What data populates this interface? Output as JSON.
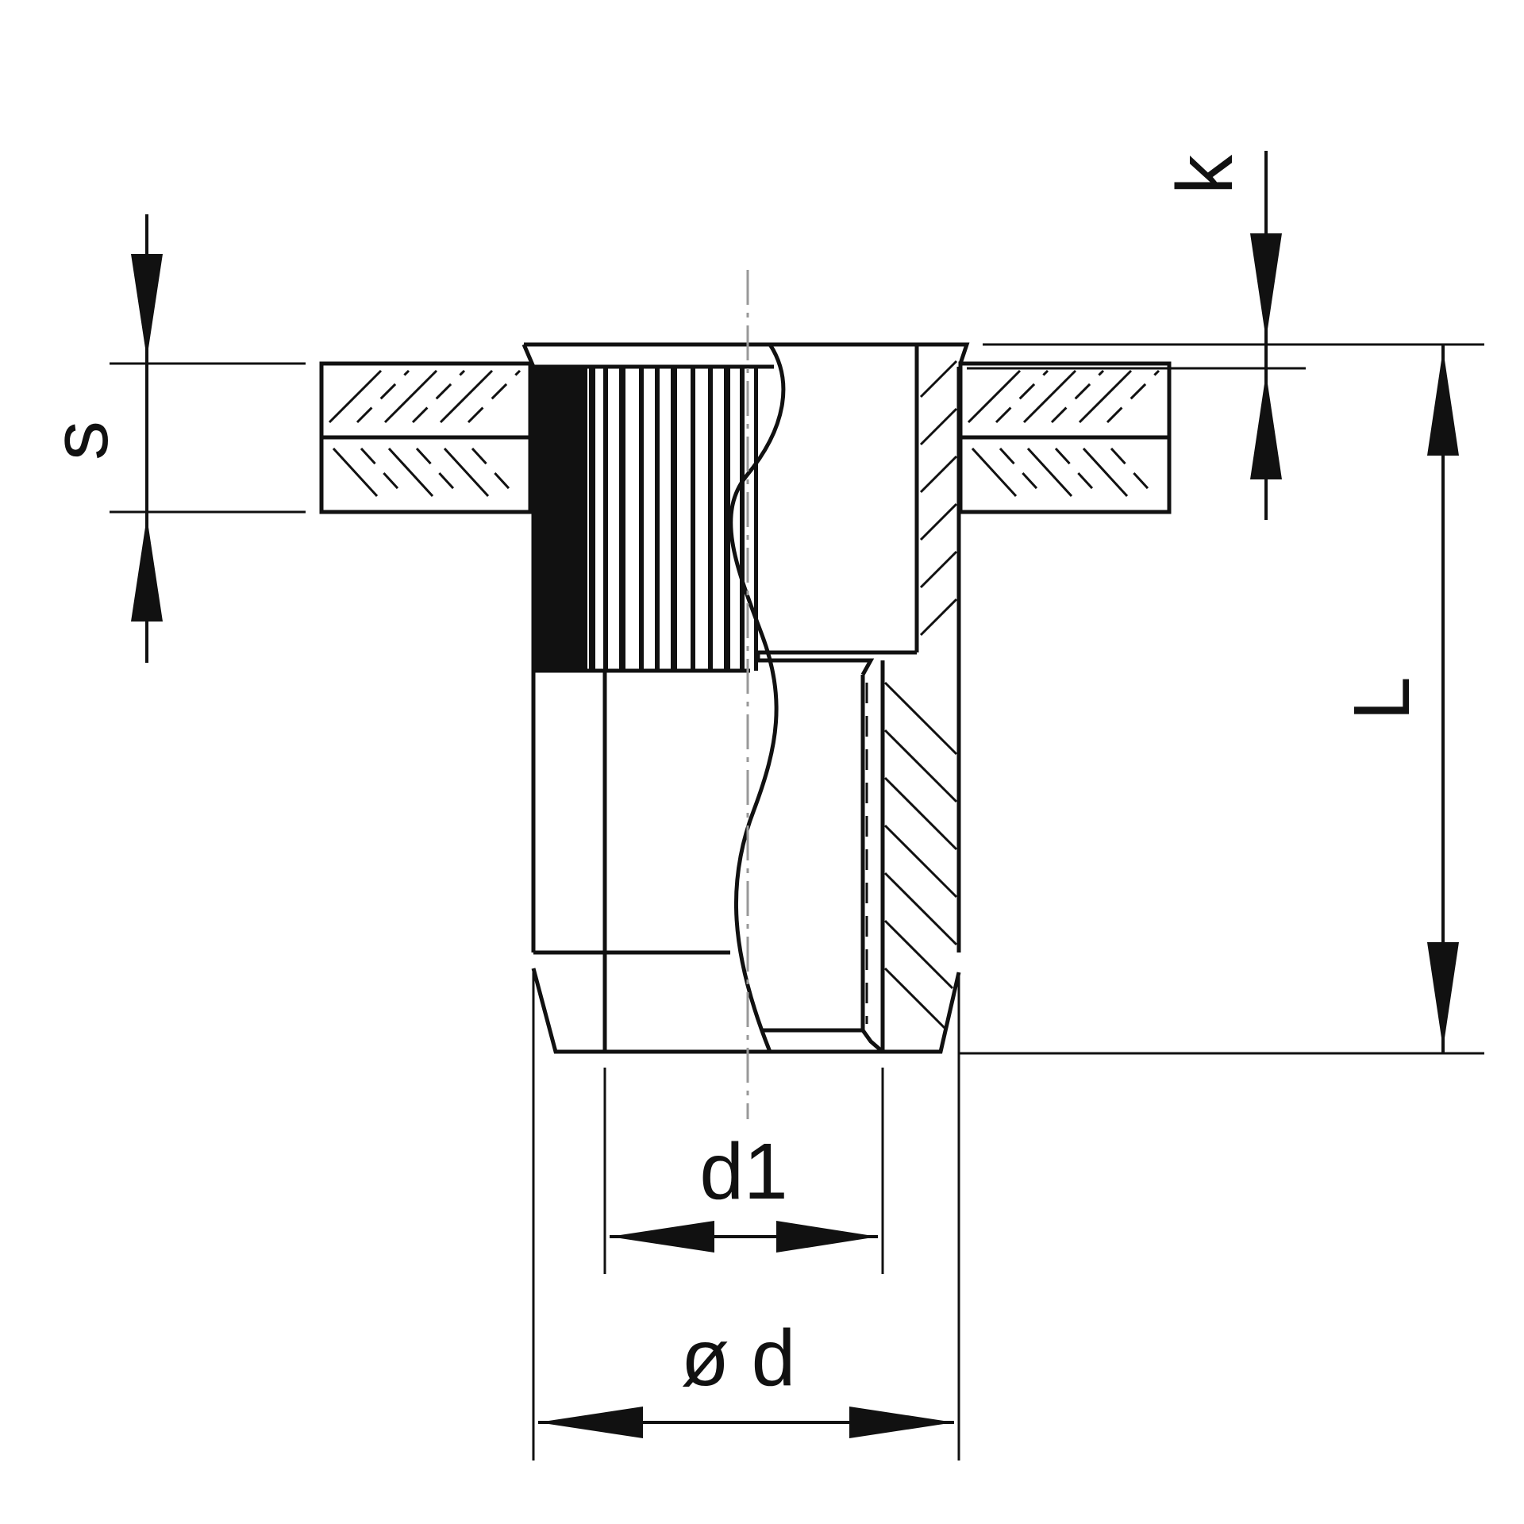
{
  "diagram": {
    "labels": {
      "s": "s",
      "k": "k",
      "L": "L",
      "d1": "d1",
      "d": "ø d"
    },
    "colors": {
      "ink": "#111111",
      "centerline": "#999999",
      "background": "#ffffff"
    }
  }
}
